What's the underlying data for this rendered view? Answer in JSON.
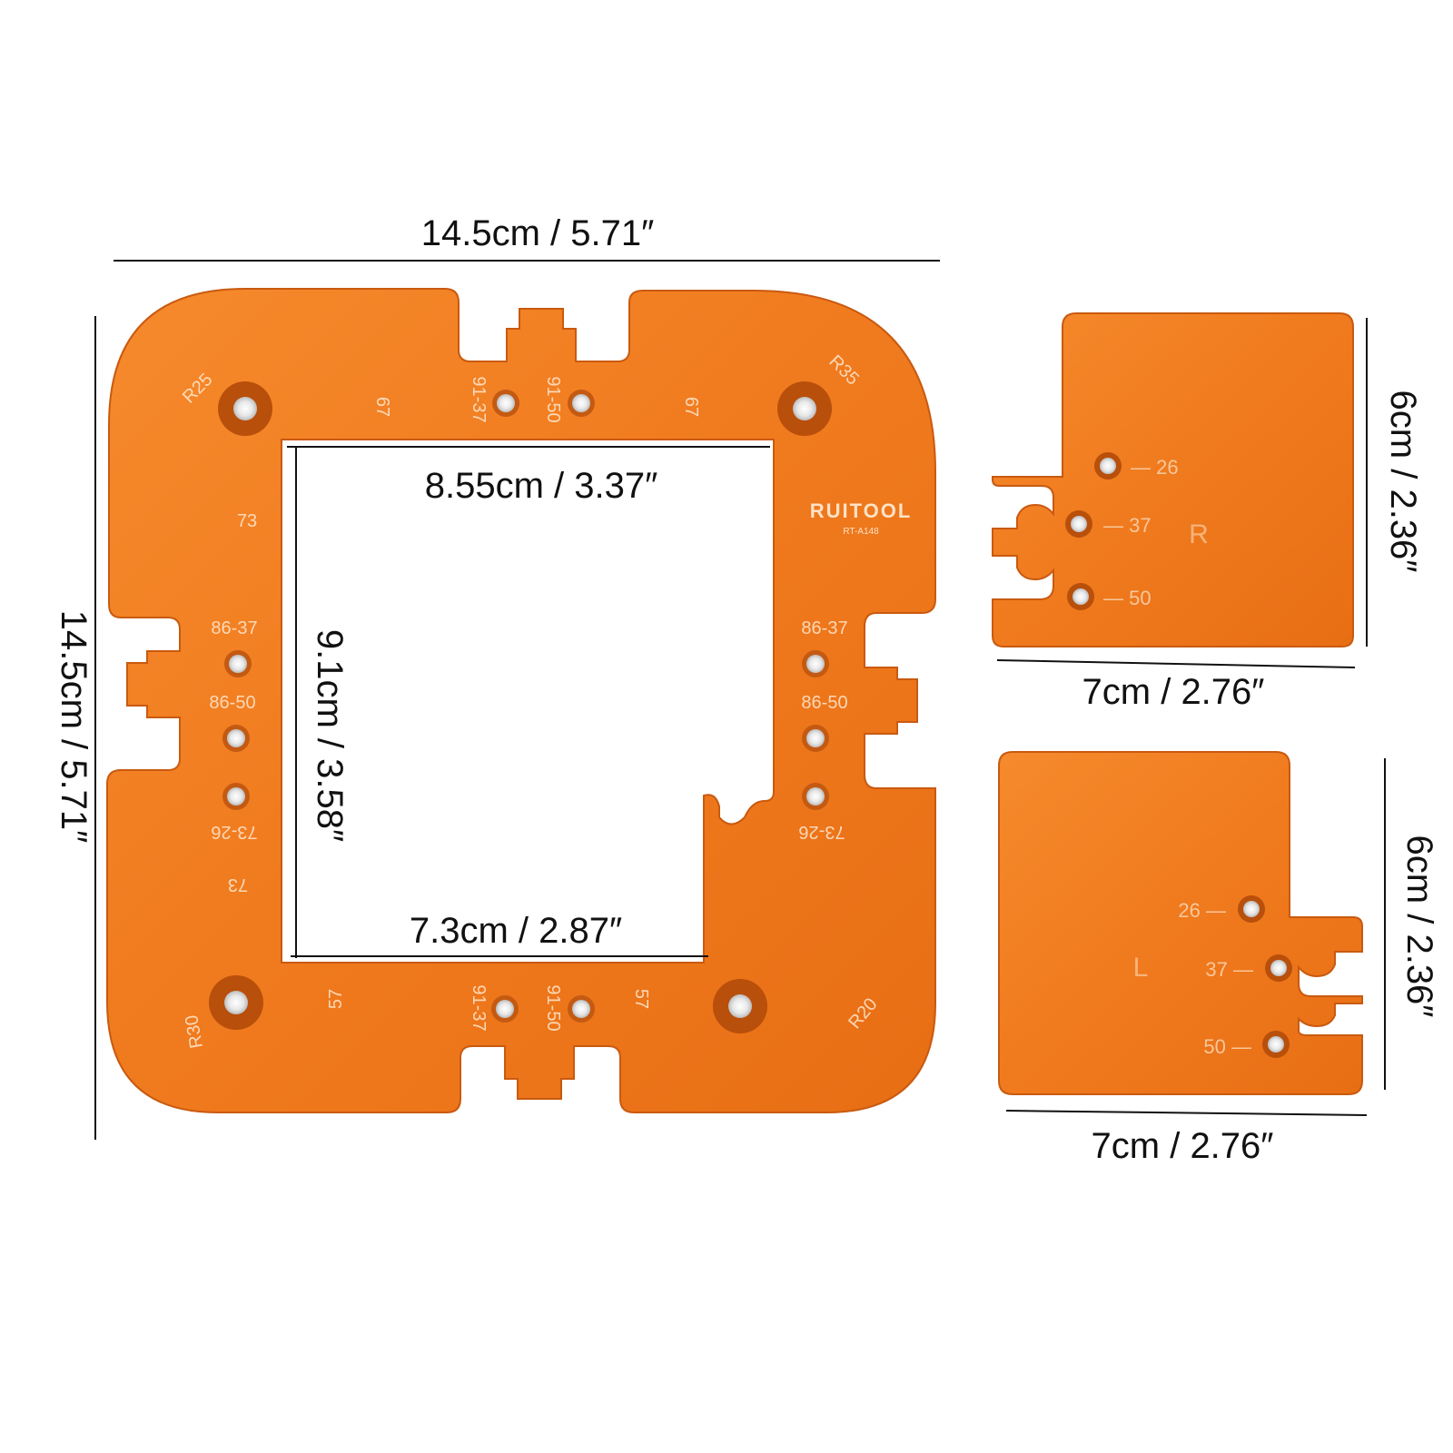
{
  "colors": {
    "plate": "#f07a1e",
    "plate_dark": "#c95a10",
    "hole_ring": "#b84f0b",
    "hole_center": "#f4f4f4",
    "line": "#111111"
  },
  "dimensions": {
    "main_width": "14.5cm / 5.71″",
    "main_height": "14.5cm / 5.71″",
    "inner_top_width": "8.55cm / 3.37″",
    "inner_height": "9.1cm / 3.58″",
    "inner_bottom_width": "7.3cm / 2.87″",
    "right_plate_width": "7cm / 2.76″",
    "right_plate_height": "6cm / 2.36″",
    "left_plate_width": "7cm / 2.76″",
    "left_plate_height": "6cm / 2.36″"
  },
  "main_plate": {
    "corner_tl": "R25",
    "corner_tr": "R35",
    "corner_bl": "R30",
    "corner_br": "R20",
    "brand": "RUITOOL",
    "model": "RT-A148",
    "top_left_67": "67",
    "top_right_67": "67",
    "top_label_a": "91-37",
    "top_label_b": "91-50",
    "left_73_top": "73",
    "left_86_37": "86-37",
    "left_86_50": "86-50",
    "left_73_26": "73-26",
    "left_73_bottom": "73",
    "right_86_37": "86-37",
    "right_86_50": "86-50",
    "right_73_26": "73-26",
    "bottom_57_left": "57",
    "bottom_57_right": "57",
    "bottom_label_a": "91-37",
    "bottom_label_b": "91-50"
  },
  "right_plate": {
    "letter": "R",
    "mark_26": "— 26",
    "mark_37": "— 37",
    "mark_50": "— 50"
  },
  "left_plate": {
    "letter": "L",
    "mark_26": "26 —",
    "mark_37": "37 —",
    "mark_50": "50 —"
  }
}
